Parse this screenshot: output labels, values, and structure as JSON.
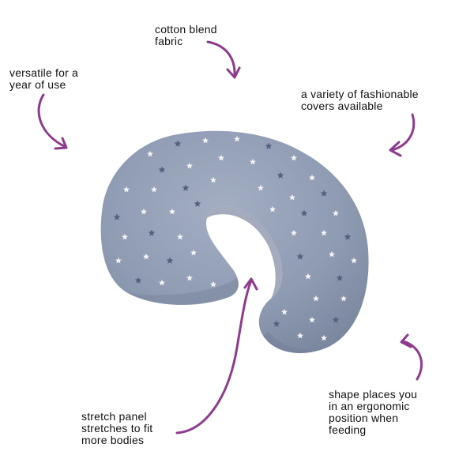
{
  "callouts": {
    "cotton": [
      "cotton blend",
      "fabric"
    ],
    "versatile": [
      "versatile for a",
      "year of use"
    ],
    "covers": [
      "a variety of fashionable",
      "covers available"
    ],
    "stretch": [
      "stretch panel",
      "stretches to fit",
      "more bodies"
    ],
    "shape": [
      "shape places you",
      "in an ergonomic",
      "position when",
      "feeding"
    ]
  },
  "colors": {
    "arrow": "#8e3b8f",
    "pillow": "#8f9bb3",
    "pillow_shadow": "#7b879e",
    "star_light": "#f4f4f7",
    "star_dark": "#565f7e"
  },
  "image": {
    "subject": "nursing-pillow"
  }
}
